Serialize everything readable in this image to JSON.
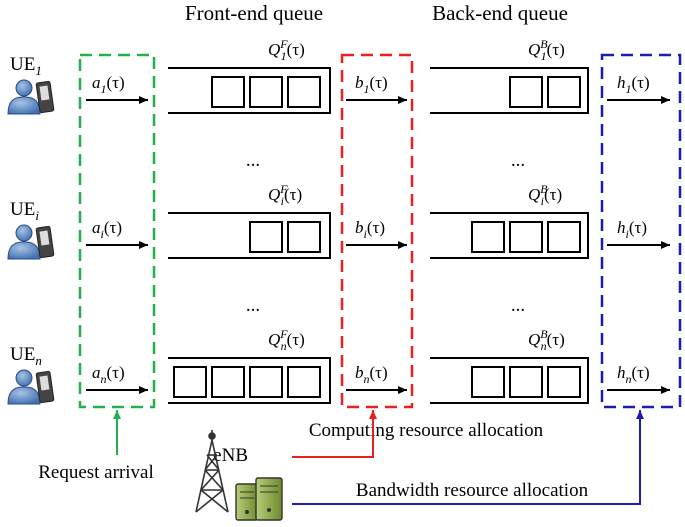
{
  "headers": {
    "front_end": "Front-end queue",
    "back_end": "Back-end queue"
  },
  "ues": [
    {
      "label": "UE",
      "sub": "1",
      "arrival": "a",
      "arrival_sub": "1",
      "qf": "Q",
      "qf_sup": "F",
      "qf_sub": "1",
      "b": "b",
      "b_sub": "1",
      "qb": "Q",
      "qb_sup": "B",
      "qb_sub": "1",
      "h": "h",
      "h_sub": "1",
      "front_boxes": 3,
      "back_boxes": 2
    },
    {
      "label": "UE",
      "sub": "i",
      "arrival": "a",
      "arrival_sub": "i",
      "qf": "Q",
      "qf_sup": "F",
      "qf_sub": "i",
      "b": "b",
      "b_sub": "i",
      "qb": "Q",
      "qb_sup": "B",
      "qb_sub": "i",
      "h": "h",
      "h_sub": "i",
      "front_boxes": 2,
      "back_boxes": 3
    },
    {
      "label": "UE",
      "sub": "n",
      "arrival": "a",
      "arrival_sub": "n",
      "qf": "Q",
      "qf_sup": "F",
      "qf_sub": "n",
      "b": "b",
      "b_sub": "n",
      "qb": "Q",
      "qb_sup": "B",
      "qb_sub": "n",
      "h": "h",
      "h_sub": "n",
      "front_boxes": 4,
      "back_boxes": 3
    }
  ],
  "tau": "(τ)",
  "ellipsis": "...",
  "labels": {
    "request_arrival": "Request arrival",
    "computing": "Computing resource allocation",
    "enb": "eNB",
    "bandwidth": "Bandwidth resource allocation"
  },
  "colors": {
    "green": "#22b04b",
    "red": "#e8201f",
    "blue": "#1c1cb4",
    "black": "#000000"
  }
}
